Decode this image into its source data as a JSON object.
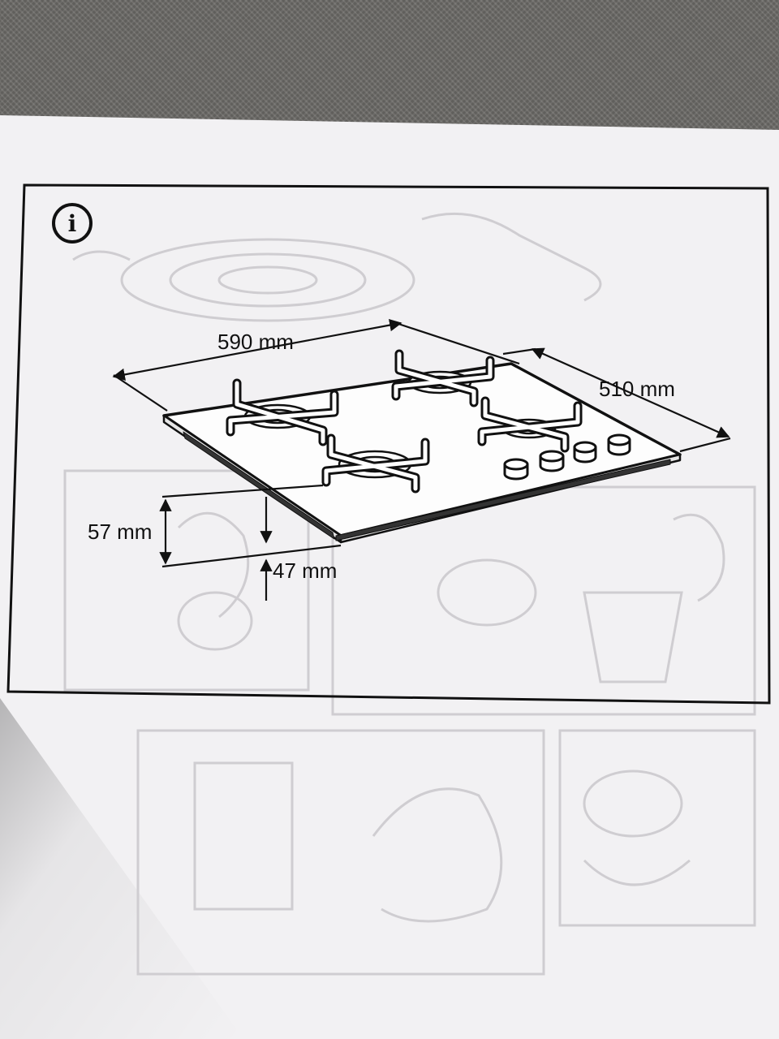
{
  "info_icon": "i",
  "dimensions": {
    "width": "590 mm",
    "depth": "510 mm",
    "total_height": "57 mm",
    "recess_height": "47 mm"
  },
  "colors": {
    "paper": "#f2f1f3",
    "ink": "#111111",
    "ghost": "#cfcdd1",
    "fabric": "#6c6a67"
  }
}
